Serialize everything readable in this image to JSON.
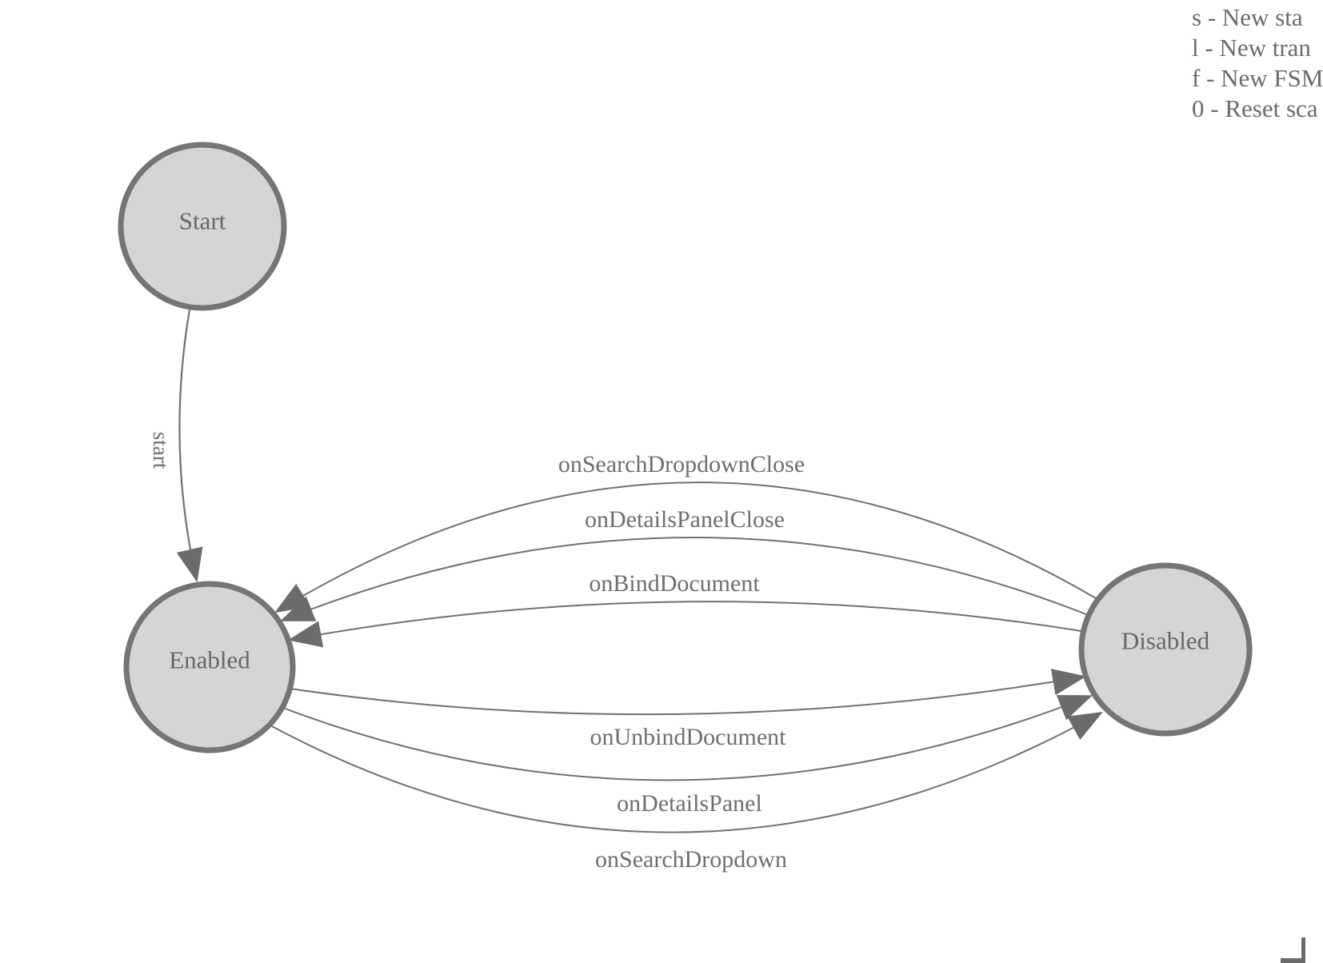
{
  "legend": {
    "lines": [
      "s - New sta",
      "l - New tran",
      "f - New FSM",
      "0 - Reset sca"
    ]
  },
  "states": [
    {
      "label": "Start"
    },
    {
      "label": "Enabled"
    },
    {
      "label": "Disabled"
    }
  ],
  "transitions": [
    {
      "label": "start",
      "from": "Start",
      "to": "Enabled"
    },
    {
      "label": "onSearchDropdownClose",
      "from": "Disabled",
      "to": "Enabled"
    },
    {
      "label": "onDetailsPanelClose",
      "from": "Disabled",
      "to": "Enabled"
    },
    {
      "label": "onBindDocument",
      "from": "Disabled",
      "to": "Enabled"
    },
    {
      "label": "onUnbindDocument",
      "from": "Enabled",
      "to": "Disabled"
    },
    {
      "label": "onDetailsPanel",
      "from": "Enabled",
      "to": "Disabled"
    },
    {
      "label": "onSearchDropdown",
      "from": "Enabled",
      "to": "Disabled"
    }
  ],
  "colors": {
    "background": "#ffffff",
    "node_fill": "#d5d5d5",
    "node_stroke": "#757575",
    "edge_line": "#717171",
    "arrowhead": "#6b6b6b",
    "edge_label_text": "#6f6f73",
    "node_label_text": "#68686c",
    "legend_text": "#6b6b6f",
    "corner": "#6b6b6b"
  }
}
